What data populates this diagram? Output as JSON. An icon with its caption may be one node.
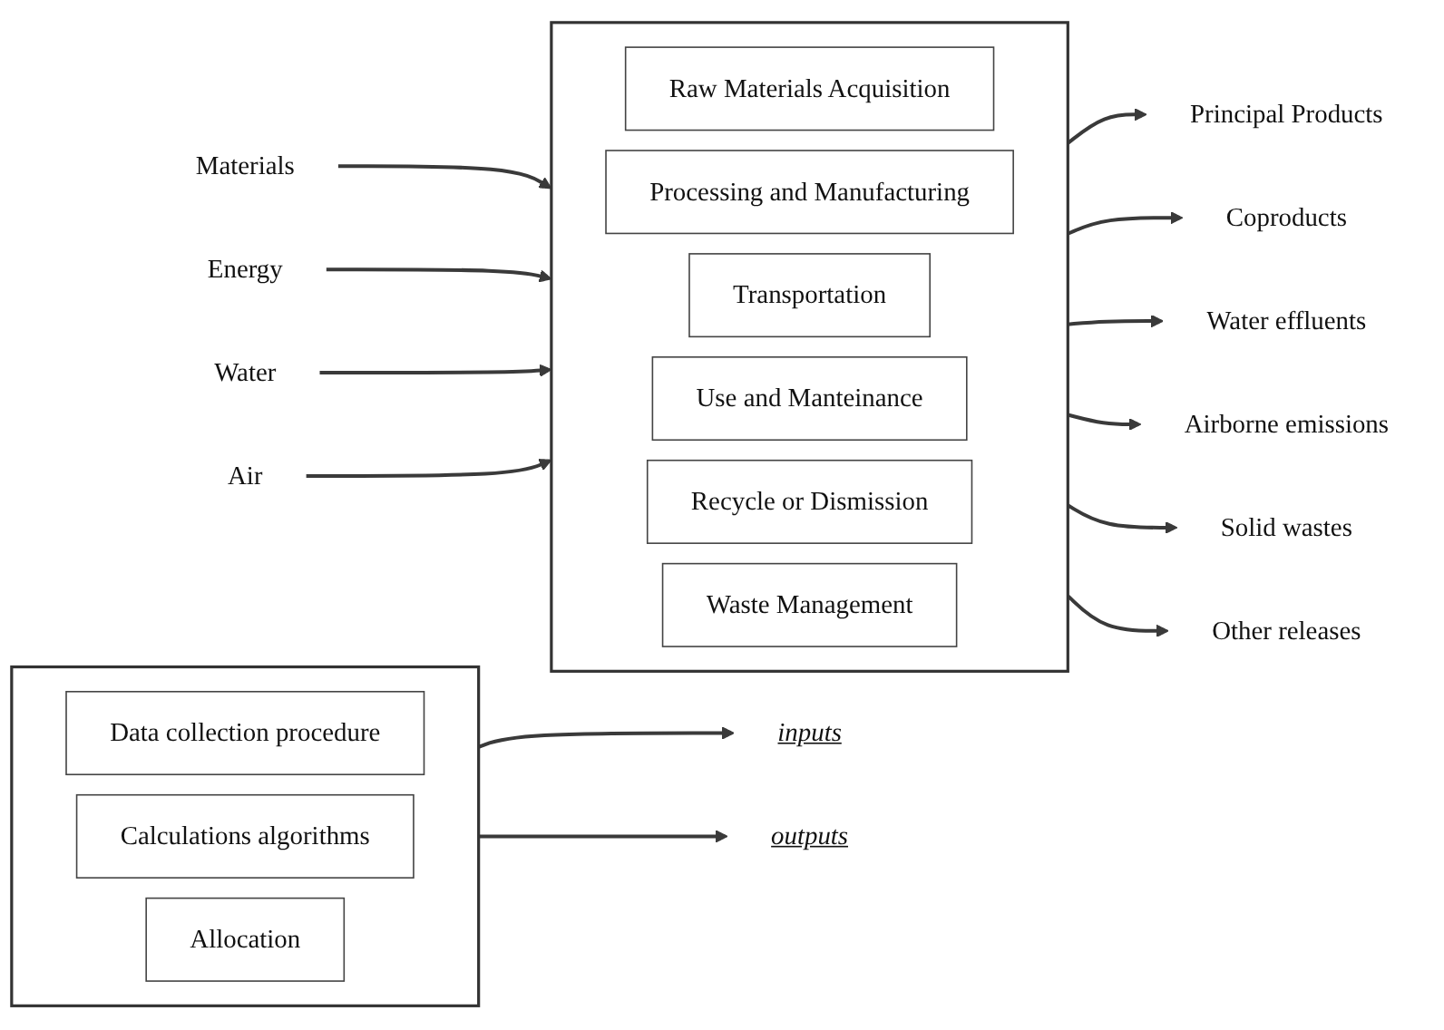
{
  "diagram": {
    "nodes": [
      {
        "text": [],
        "shape": "box"
      },
      {
        "text": [
          "Data collection procedure"
        ],
        "in": 0
      },
      {
        "text": [
          "Calculations algorithms"
        ],
        "in": 0
      },
      {
        "text": [
          "Allocation"
        ],
        "in": 0
      },
      {
        "text": [
          "inputs"
        ]
      },
      {
        "text": [
          "outputs"
        ]
      },
      {
        "text": [],
        "shape": "box"
      },
      {
        "text": [
          "Raw Materials Acquisition"
        ],
        "in": 6
      },
      {
        "text": [
          "Processing and Manufacturing"
        ],
        "in": 6
      },
      {
        "text": [
          "Transportation"
        ],
        "in": 6
      },
      {
        "text": [
          "Use and Manteinance"
        ],
        "in": 6
      },
      {
        "text": [
          "Recycle or Dismission"
        ],
        "in": 6
      },
      {
        "text": [
          "Waste Management"
        ],
        "in": 6
      },
      {
        "text": [
          "Materials"
        ]
      },
      {
        "text": [
          "Energy"
        ]
      },
      {
        "text": [
          "Water"
        ]
      },
      {
        "text": [
          "Air"
        ]
      },
      {
        "text": [
          "Principal Products"
        ]
      },
      {
        "text": [
          "Coproducts"
        ]
      },
      {
        "text": [
          "Water effluents"
        ]
      },
      {
        "text": [
          "Airborne emissions"
        ]
      },
      {
        "text": [
          "Solid wastes"
        ]
      },
      {
        "text": [
          "Other releases"
        ]
      }
    ],
    "edges": [
      {
        "from": 0,
        "to": 4,
        "arrow": "to"
      },
      {
        "from": 0,
        "to": 5,
        "arrow": "to"
      },
      {
        "from": 13,
        "to": 6,
        "arrow": "to"
      },
      {
        "from": 14,
        "to": 6,
        "arrow": "to"
      },
      {
        "from": 15,
        "to": 6,
        "arrow": "to"
      },
      {
        "from": 16,
        "to": 6,
        "arrow": "to"
      },
      {
        "from": 6,
        "to": 17,
        "arrow": "to"
      },
      {
        "from": 6,
        "to": 18,
        "arrow": "to"
      },
      {
        "from": 6,
        "to": 19,
        "arrow": "to"
      },
      {
        "from": 6,
        "to": 20,
        "arrow": "to"
      },
      {
        "from": 6,
        "to": 21,
        "arrow": "to"
      },
      {
        "from": 6,
        "to": 22,
        "arrow": "to"
      }
    ]
  }
}
